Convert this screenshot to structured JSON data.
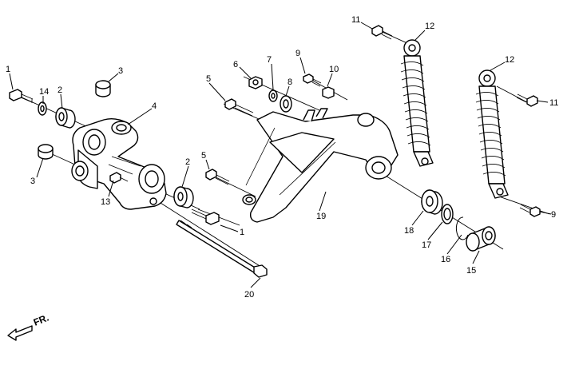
{
  "callouts": {
    "c1a": "1",
    "c14": "14",
    "c2a": "2",
    "c3a": "3",
    "c4": "4",
    "c3b": "3",
    "c13": "13",
    "c5a": "5",
    "c2b": "2",
    "c1b": "1",
    "c20": "20",
    "c6": "6",
    "c7": "7",
    "c9a": "9",
    "c8": "8",
    "c10": "10",
    "c5b": "5",
    "c11a": "11",
    "c12a": "12",
    "c12b": "12",
    "c11b": "11",
    "c9b": "9",
    "c19": "19",
    "c18": "18",
    "c17": "17",
    "c16": "16",
    "c15": "15"
  },
  "direction": {
    "label": "FR."
  }
}
